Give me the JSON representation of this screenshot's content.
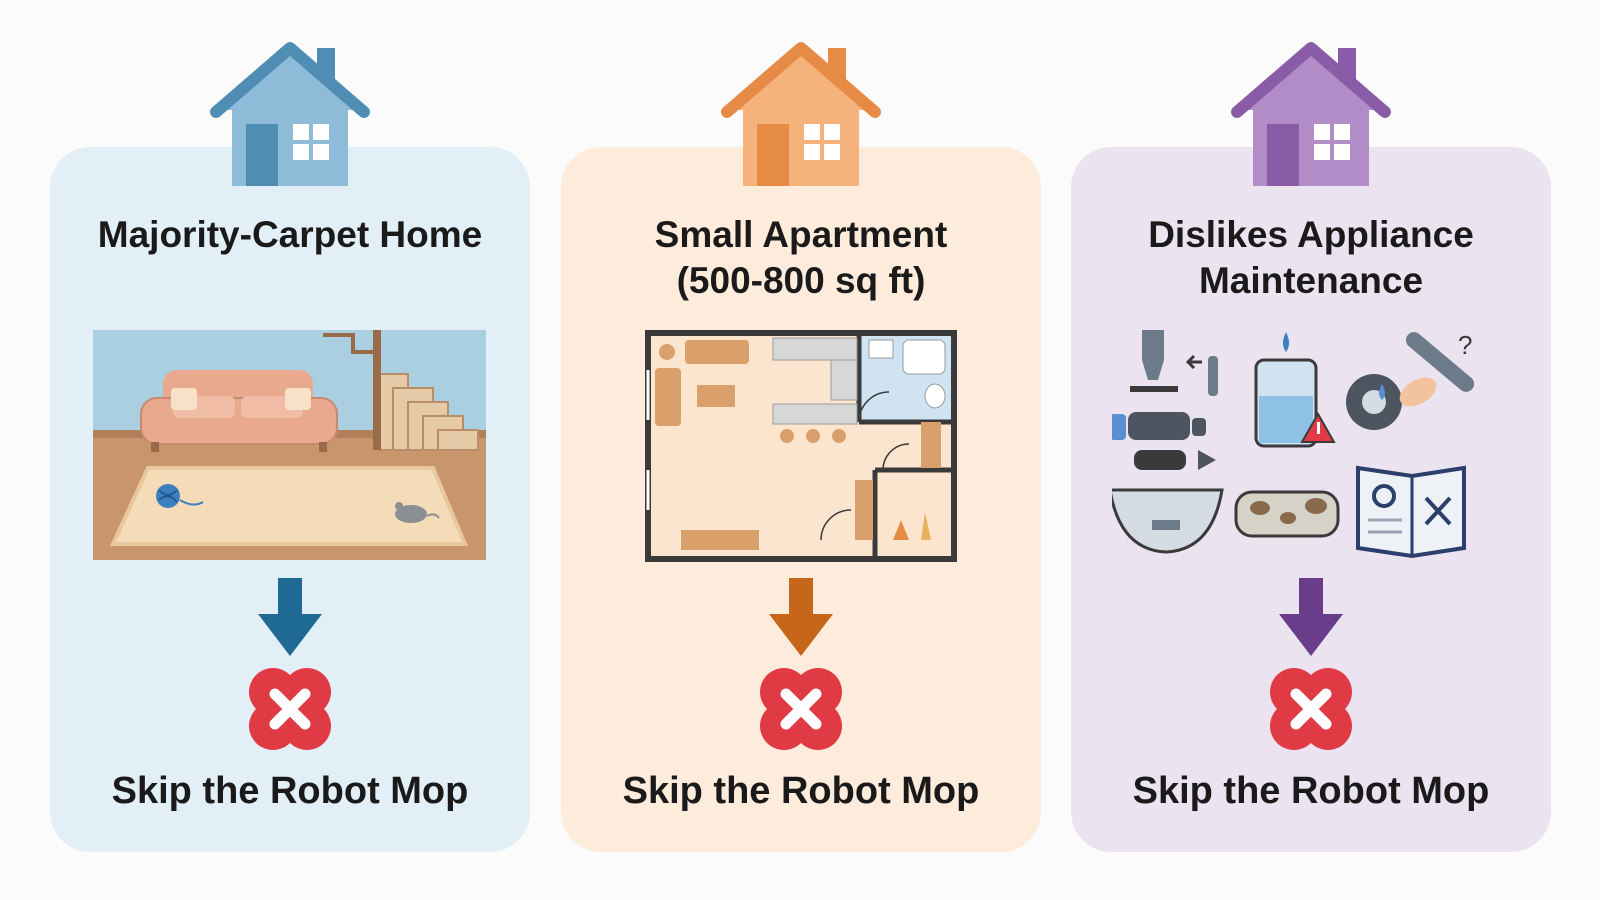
{
  "cards": [
    {
      "title": "Majority-Carpet Home",
      "verdict": "Skip the Robot Mop",
      "house_icon": "house-icon",
      "illustration": "carpeted-living-room-illustration",
      "accent": "#1f6a94",
      "house_color": "#8dbbd8",
      "house_dark": "#4f8db5"
    },
    {
      "title": "Small Apartment\n(500-800 sq ft)",
      "verdict": "Skip the Robot Mop",
      "house_icon": "house-icon",
      "illustration": "apartment-floor-plan-illustration",
      "accent": "#c5661b",
      "house_color": "#f5b27a",
      "house_dark": "#e58b45"
    },
    {
      "title": "Dislikes Appliance\nMaintenance",
      "verdict": "Skip the Robot Mop",
      "house_icon": "house-icon",
      "illustration": "maintenance-parts-illustration",
      "accent": "#6a3d8a",
      "house_color": "#b18cc6",
      "house_dark": "#8a5ca8"
    }
  ],
  "colors": {
    "x_badge": "#e03a44",
    "text": "#1a1a1a"
  }
}
